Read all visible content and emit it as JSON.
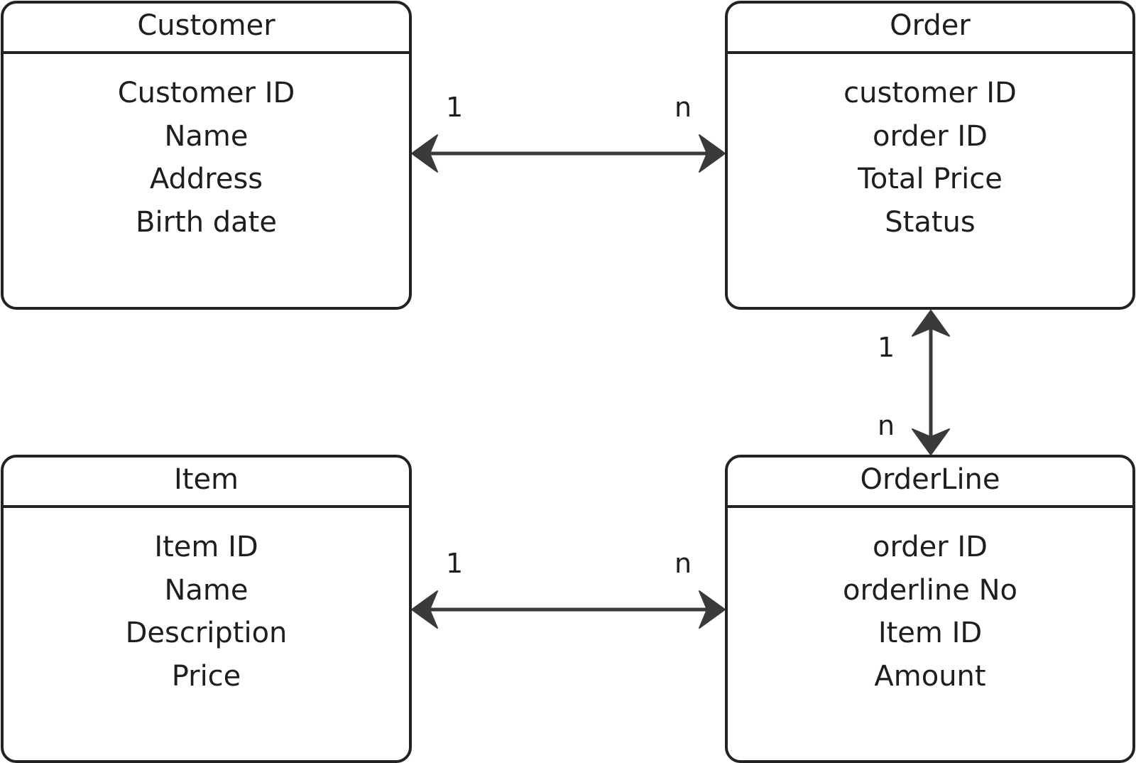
{
  "entities": {
    "customer": {
      "title": "Customer",
      "fields": [
        "Customer ID",
        "Name",
        "Address",
        "Birth date"
      ]
    },
    "order": {
      "title": "Order",
      "fields": [
        "customer ID",
        "order ID",
        "Total Price",
        "Status"
      ]
    },
    "item": {
      "title": "Item",
      "fields": [
        "Item ID",
        "Name",
        "Description",
        "Price"
      ]
    },
    "orderline": {
      "title": "OrderLine",
      "fields": [
        "order ID",
        "orderline No",
        "Item ID",
        "Amount"
      ]
    }
  },
  "relationships": {
    "customer_order": {
      "from": "Customer",
      "to": "Order",
      "from_mult": "1",
      "to_mult": "n"
    },
    "order_orderline": {
      "from": "Order",
      "to": "OrderLine",
      "from_mult": "1",
      "to_mult": "n"
    },
    "item_orderline": {
      "from": "Item",
      "to": "OrderLine",
      "from_mult": "1",
      "to_mult": "n"
    }
  },
  "colors": {
    "line": "#3a3a3a",
    "border": "#222222",
    "text": "#1e1e1e",
    "background": "#ffffff"
  }
}
